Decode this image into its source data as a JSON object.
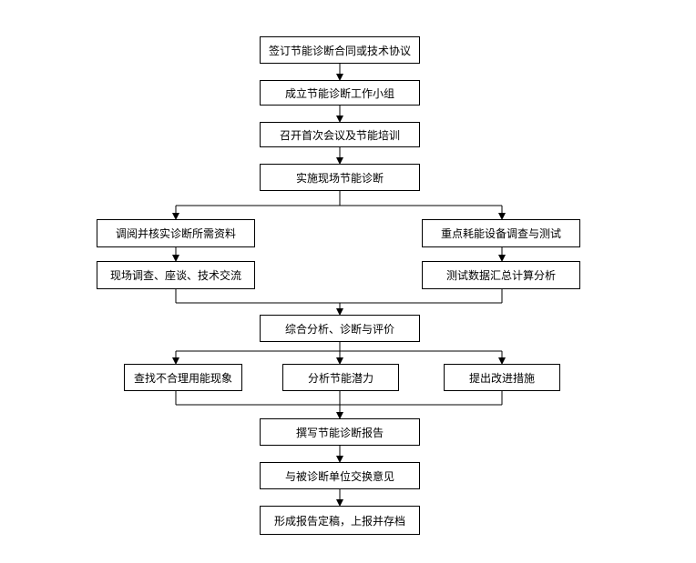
{
  "flowchart": {
    "steps": {
      "sign_contract": "签订节能诊断合同或技术协议",
      "form_team": "成立节能诊断工作小组",
      "first_meeting": "召开首次会议及节能培训",
      "onsite_diagnosis": "实施现场节能诊断",
      "review_materials": "调阅并核实诊断所需资料",
      "onsite_survey": "现场调查、座谈、技术交流",
      "equipment_testing": "重点耗能设备调查与测试",
      "data_analysis": "测试数据汇总计算分析",
      "comprehensive_analysis": "综合分析、诊断与评价",
      "find_irrational_use": "查找不合理用能现象",
      "analyze_potential": "分析节能潜力",
      "propose_measures": "提出改进措施",
      "write_report": "撰写节能诊断报告",
      "exchange_opinions": "与被诊断单位交换意见",
      "finalize_report": "形成报告定稿，上报并存档"
    }
  }
}
